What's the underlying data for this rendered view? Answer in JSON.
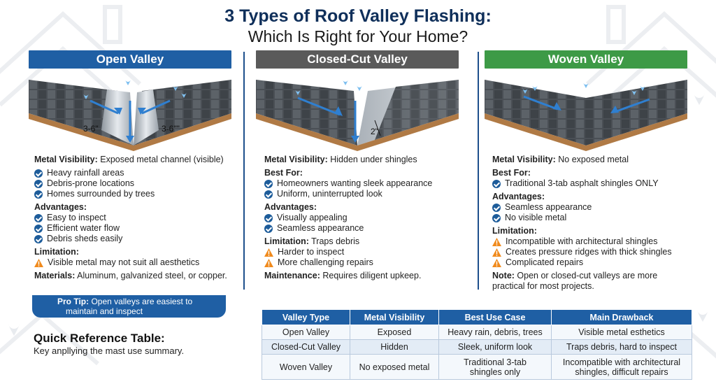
{
  "title": {
    "line1": "3 Types of Roof Valley Flashing:",
    "line2": "Which Is Right for Your Home?"
  },
  "colors": {
    "open": "#1f5fa4",
    "closed": "#5a5a5a",
    "woven": "#3d9a46",
    "check": "#1d5c9a",
    "warning": "#f08a1c"
  },
  "open_valley": {
    "header": "Open Valley",
    "dim_left": "3-6\"",
    "dim_right": "3-6\"\"",
    "metal_visibility_label": "Metal Visibility:",
    "metal_visibility_value": " Exposed metal channel (visible)",
    "uses": [
      "Heavy rainfall areas",
      "Debris-prone locations",
      "Homes surrounded by trees"
    ],
    "advantages_label": "Advantages:",
    "advantages": [
      "Easy to inspect",
      "Efficient water flow",
      "Debris sheds easily"
    ],
    "limitation_label": "Limitation:",
    "limitations": [
      "Visible metal may not suit all aesthetics"
    ],
    "materials_label": "Materials:",
    "materials_value": " Aluminum, galvanized steel, or copper.",
    "pro_tip_label": "Pro Tip:",
    "pro_tip_line1": " Open valleys are easiest to",
    "pro_tip_line2": "maintain and inspect"
  },
  "closed_cut_valley": {
    "header": "Closed-Cut Valley",
    "dim": "2\"",
    "metal_visibility_label": "Metal Visibility:",
    "metal_visibility_value": " Hidden under shingles",
    "best_for_label": "Best For:",
    "best_for": [
      "Homeowners wanting sleek appearance",
      "Uniform, uninterrupted look"
    ],
    "advantages_label": "Advantages:",
    "advantages": [
      "Visually appealing",
      "Seamless appearance"
    ],
    "limitation_label": "Limitation:",
    "limitation_value": " Traps debris",
    "limitations": [
      "Harder to inspect",
      "More challenging repairs"
    ],
    "maintenance_label": "Maintenance:",
    "maintenance_value": " Requires diligent upkeep."
  },
  "woven_valley": {
    "header": "Woven Valley",
    "metal_visibility_label": "Metal Visibility:",
    "metal_visibility_value": " No exposed metal",
    "best_for_label": "Best For:",
    "best_for": [
      "Traditional 3-tab asphalt shingles ONLY"
    ],
    "advantages_label": "Advantages:",
    "advantages": [
      "Seamless appearance",
      "No visible metal"
    ],
    "limitation_label": "Limitation:",
    "limitations": [
      "Incompatible with architectural shingles",
      "Creates pressure ridges with thick shingles",
      "Complicated repairs"
    ],
    "note_label": "Note:",
    "note_line1": " Open or closed-cut valleys are more",
    "note_line2": "practical for most projects."
  },
  "quick_reference": {
    "title": "Quick Reference Table:",
    "subtitle": "Key anpllying the mast use summary."
  },
  "table": {
    "headers": [
      "Valley Type",
      "Metal Visibility",
      "Best Use Case",
      "Main Drawback"
    ],
    "rows": [
      [
        "Open Valley",
        "Exposed",
        "Heavy rain, debris, trees",
        "Visible metal esthetics"
      ],
      [
        "Closed-Cut Valley",
        "Hidden",
        "Sleek, uniform look",
        "Traps debris, hard to inspect"
      ],
      [
        "Woven Valley",
        "No exposed metal",
        "Traditional 3-tab shingles only",
        "Incompatible with architectural shingles, difficult repairs"
      ]
    ]
  }
}
